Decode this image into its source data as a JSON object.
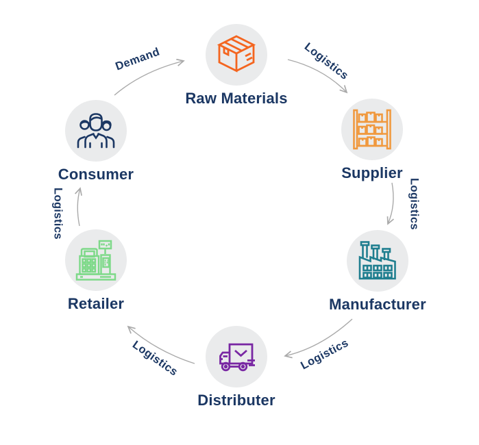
{
  "diagram": {
    "type": "cycle-flow-diagram",
    "subject": "Supply chain cycle",
    "nodes": [
      {
        "id": "raw-materials",
        "label": "Raw Materials",
        "icon": "package-icon",
        "color": "#F4651F"
      },
      {
        "id": "supplier",
        "label": "Supplier",
        "icon": "shelf-icon",
        "color": "#F0993F"
      },
      {
        "id": "manufacturer",
        "label": "Manufacturer",
        "icon": "factory-icon",
        "color": "#1F7E8F"
      },
      {
        "id": "distributer",
        "label": "Distributer",
        "icon": "truck-icon",
        "color": "#7927A3"
      },
      {
        "id": "retailer",
        "label": "Retailer",
        "icon": "cash-register-icon",
        "color": "#7ED989"
      },
      {
        "id": "consumer",
        "label": "Consumer",
        "icon": "people-icon",
        "color": "#1B3763"
      }
    ],
    "edges": [
      {
        "from": "consumer",
        "to": "raw-materials",
        "label": "Demand"
      },
      {
        "from": "raw-materials",
        "to": "supplier",
        "label": "Logistics"
      },
      {
        "from": "supplier",
        "to": "manufacturer",
        "label": "Logistics"
      },
      {
        "from": "manufacturer",
        "to": "distributer",
        "label": "Logistics"
      },
      {
        "from": "distributer",
        "to": "retailer",
        "label": "Logistics"
      },
      {
        "from": "retailer",
        "to": "consumer",
        "label": "Logistics"
      }
    ],
    "colors": {
      "background": "#FFFFFF",
      "node_circle": "#EAEBEC",
      "arrow": "#A9A9A9",
      "text": "#1B3763"
    }
  }
}
